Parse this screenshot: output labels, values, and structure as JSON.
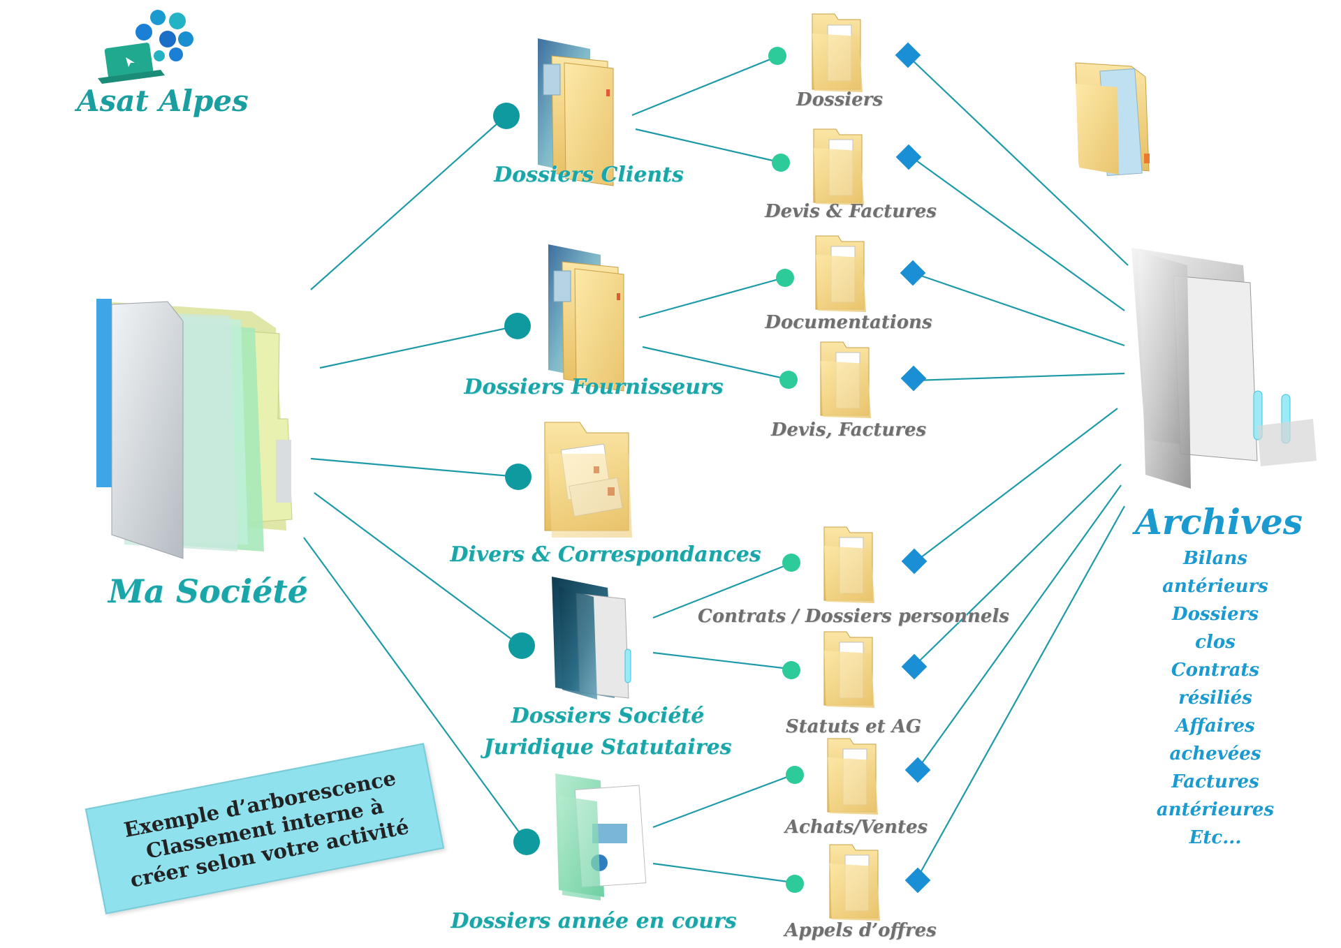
{
  "logo": {
    "text": "Asat Alpes"
  },
  "root": {
    "label": "Ma Société"
  },
  "categories": [
    {
      "id": "clients",
      "label": "Dossiers Clients",
      "line2": ""
    },
    {
      "id": "fournisseurs",
      "label": "Dossiers Fournisseurs",
      "line2": ""
    },
    {
      "id": "divers",
      "label": "Divers & Correspondances",
      "line2": ""
    },
    {
      "id": "societe",
      "label": "Dossiers Société",
      "line2": "Juridique Statutaires"
    },
    {
      "id": "annee",
      "label": "Dossiers année en cours",
      "line2": ""
    }
  ],
  "subfolders": [
    {
      "label": "Dossiers",
      "parent": "clients"
    },
    {
      "label": "Devis & Factures",
      "parent": "clients"
    },
    {
      "label": "Documentations",
      "parent": "fournisseurs"
    },
    {
      "label": "Devis, Factures",
      "parent": "fournisseurs"
    },
    {
      "label": "Contrats / Dossiers personnels",
      "parent": "societe"
    },
    {
      "label": "Statuts et AG",
      "parent": "societe"
    },
    {
      "label": "Achats/Ventes",
      "parent": "annee"
    },
    {
      "label": "Appels d’offres",
      "parent": "annee"
    }
  ],
  "archives": {
    "title": "Archives",
    "items": [
      "Bilans antérieurs",
      "Dossiers clos",
      "Contrats résiliés",
      "Affaires achevées",
      "Factures antérieures",
      "Etc..."
    ]
  },
  "note": {
    "lines": [
      "Exemple d’arborescence",
      "Classement interne à",
      "créer selon votre activité"
    ]
  },
  "colors": {
    "line": "#1d9aa8",
    "dot_large": "#0f9aa0",
    "dot_small": "#2ecb9a",
    "diamond": "#1b8fd6",
    "label_teal": "#1aa5a8",
    "label_grey": "#6f6f6f",
    "note_bg": "#8fe1ee"
  }
}
